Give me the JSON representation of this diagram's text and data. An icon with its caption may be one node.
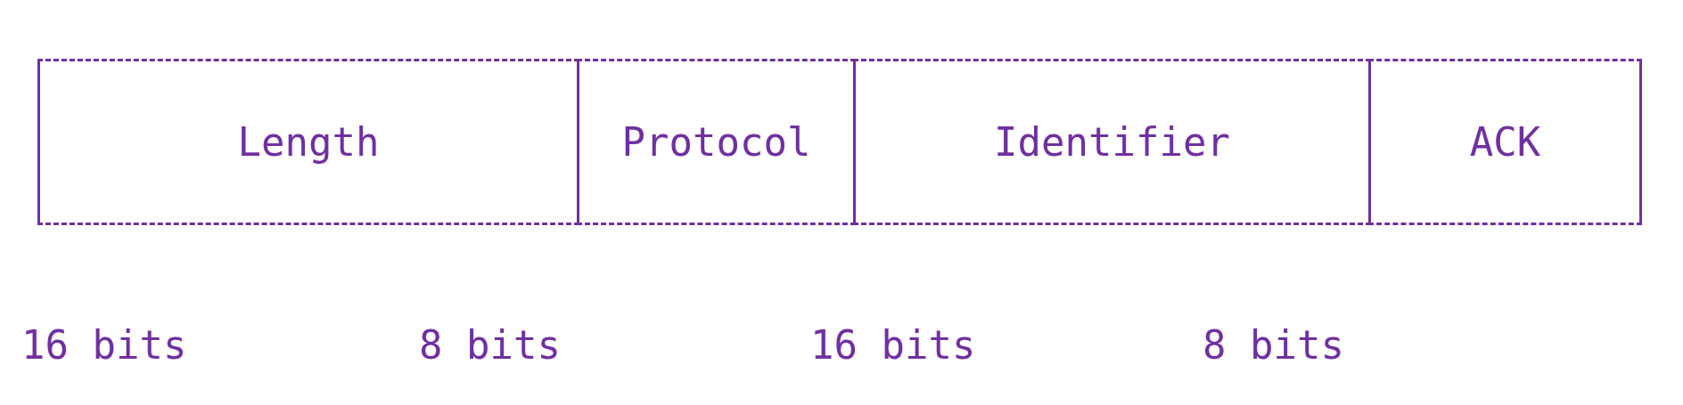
{
  "diagram": {
    "nodes": [
      {
        "text": [
          "Length"
        ]
      },
      {
        "text": [
          "Protocol"
        ]
      },
      {
        "text": [
          "Identifier"
        ]
      },
      {
        "text": [
          "ACK"
        ]
      }
    ],
    "labels": [
      "16 bits",
      "8 bits",
      "16 bits",
      "8 bits"
    ]
  }
}
